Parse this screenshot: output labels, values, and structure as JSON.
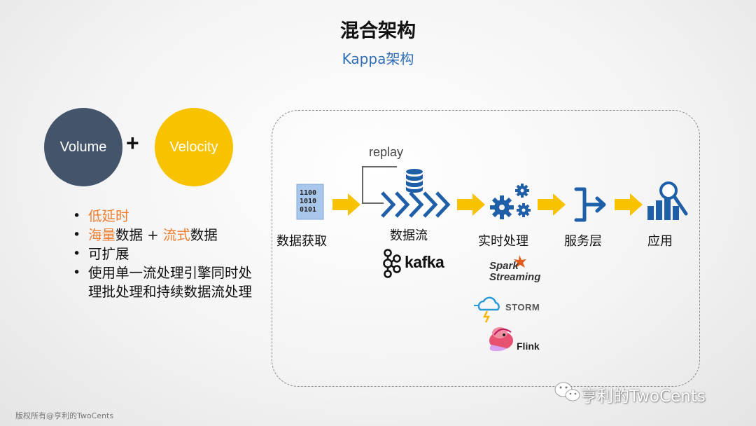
{
  "title": "混合架构",
  "subtitle": "Kappa架构",
  "circles": {
    "volume": "Volume",
    "plus": "+",
    "velocity": "Velocity"
  },
  "bullets": {
    "b1": {
      "hl": "低延时"
    },
    "b2": {
      "hl1": "海量",
      "t1": "数据 + ",
      "hl2": "流式",
      "t2": "数据"
    },
    "b3": {
      "text": "可扩展"
    },
    "b4": {
      "text": "使用单一流处理引擎同时处理批处理和持续数据流处理"
    }
  },
  "diagram": {
    "replay": "replay",
    "bits": [
      "1100",
      "1010",
      "0101"
    ],
    "stages": [
      "数据获取",
      "数据流",
      "实时处理",
      "服务层",
      "应用"
    ],
    "kafka": "kafka",
    "spark": [
      "Spark",
      "Streaming"
    ],
    "storm": "STORM",
    "flink": "Flink"
  },
  "colors": {
    "volume": "#44546a",
    "velocity": "#f7c300",
    "highlight": "#ed7d31",
    "icon_blue": "#1f5fa8",
    "arrow_yellow": "#f7c300",
    "subtitle": "#2e6cb5"
  },
  "icons": [
    "binary-data-icon",
    "database-icon",
    "gears-icon",
    "merge-arrow-icon",
    "bar-chart-search-icon",
    "kafka-logo-icon",
    "spark-star-icon",
    "storm-cloud-icon",
    "flink-squirrel-icon",
    "wechat-icon"
  ],
  "watermark": "亨利的TwoCents",
  "footer": "版权所有@亨利的TwoCents"
}
